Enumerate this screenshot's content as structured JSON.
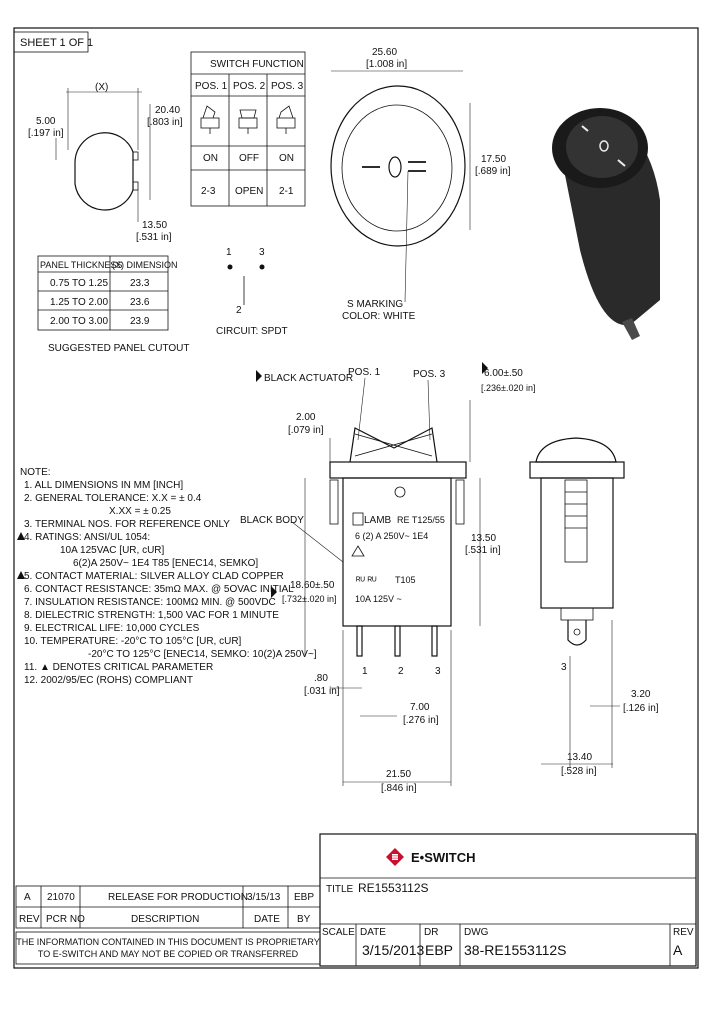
{
  "sheet_label": "SHEET 1 OF 1",
  "cutout": {
    "x_label": "(X)",
    "dim_500": "5.00",
    "dim_500_in": "[.197 in]",
    "dim_2040": "20.40",
    "dim_2040_in": "[.803 in]",
    "dim_1350": "13.50",
    "dim_1350_in": "[.531 in]",
    "table_headers": [
      "PANEL THICKNESS",
      "(X) DIMENSION"
    ],
    "table_rows": [
      [
        "0.75 TO 1.25",
        "23.3"
      ],
      [
        "1.25 TO 2.00",
        "23.6"
      ],
      [
        "2.00 TO 3.00",
        "23.9"
      ]
    ],
    "caption": "SUGGESTED PANEL CUTOUT"
  },
  "switch_function": {
    "title": "SWITCH FUNCTION",
    "positions": [
      "POS. 1",
      "POS. 2",
      "POS. 3"
    ],
    "states": [
      "ON",
      "OFF",
      "ON"
    ],
    "circuits": [
      "2-3",
      "OPEN",
      "2-1"
    ]
  },
  "circuit": {
    "pin1": "1",
    "pin2": "2",
    "pin3": "3",
    "caption": "CIRCUIT: SPDT"
  },
  "top_view": {
    "dim_2560": "25.60",
    "dim_2560_in": "[1.008 in]",
    "dim_1750": "17.50",
    "dim_1750_in": "[.689 in]",
    "marking_line1": "S MARKING",
    "marking_line2": "COLOR: WHITE"
  },
  "front_view": {
    "black_actuator": "BLACK ACTUATOR",
    "pos1": "POS. 1",
    "pos3": "POS. 3",
    "dim_600": "6.00±.50",
    "dim_600_in": "[.236±.020 in]",
    "dim_200": "2.00",
    "dim_200_in": "[.079 in]",
    "black_body": "BLACK BODY",
    "dim_1350": "13.50",
    "dim_1350_in": "[.531 in]",
    "dim_1860": "18.60±.50",
    "dim_1860_in": "[.732±.020 in]",
    "dim_080": ".80",
    "dim_080_in": "[.031 in]",
    "dim_700": "7.00",
    "dim_700_in": "[.276 in]",
    "dim_2150": "21.50",
    "dim_2150_in": "[.846 in]",
    "terminals": [
      "1",
      "2",
      "3"
    ],
    "body_print": [
      "LAMB",
      "RE T125/55",
      "6 (2) A 250V~  1E4",
      "T105",
      "10A 125V ~"
    ]
  },
  "side_view": {
    "terminal_label": "3",
    "dim_320": "3.20",
    "dim_320_in": "[.126 in]",
    "dim_1340": "13.40",
    "dim_1340_in": "[.528 in]"
  },
  "notes": [
    {
      "mark": false,
      "text": "NOTE:"
    },
    {
      "mark": false,
      "text": "1. ALL DIMENSIONS IN MM [INCH]"
    },
    {
      "mark": false,
      "text": "2. GENERAL TOLERANCE: X.X = ± 0.4"
    },
    {
      "mark": false,
      "text": "X.XX = ± 0.25"
    },
    {
      "mark": false,
      "text": "3. TERMINAL NOS. FOR REFERENCE ONLY"
    },
    {
      "mark": true,
      "text": "4. RATINGS: ANSI/UL 1054:"
    },
    {
      "mark": false,
      "text": "10A 125VAC [UR, cUR]"
    },
    {
      "mark": false,
      "text": "6(2)A 250V~ 1E4 T85 [ENEC14, SEMKO]"
    },
    {
      "mark": true,
      "text": "5. CONTACT MATERIAL: SILVER ALLOY CLAD COPPER"
    },
    {
      "mark": false,
      "text": "6. CONTACT RESISTANCE: 35mΩ MAX. @ 5OVAC INITIAL"
    },
    {
      "mark": false,
      "text": "7. INSULATION RESISTANCE: 100MΩ MIN. @ 500VDC"
    },
    {
      "mark": false,
      "text": "8. DIELECTRIC STRENGTH: 1,500 VAC FOR 1 MINUTE"
    },
    {
      "mark": false,
      "text": "9. ELECTRICAL LIFE: 10,000 CYCLES"
    },
    {
      "mark": false,
      "text": "10. TEMPERATURE: -20°C TO 105°C [UR, cUR]"
    },
    {
      "mark": false,
      "text": "-20°C TO 125°C [ENEC14, SEMKO: 10(2)A 250V~]"
    },
    {
      "mark": false,
      "text": "11. ▲ DENOTES CRITICAL PARAMETER"
    },
    {
      "mark": false,
      "text": "12. 2002/95/EC (ROHS) COMPLIANT"
    }
  ],
  "revision": {
    "row": [
      "A",
      "21070",
      "RELEASE FOR PRODUCTION",
      "3/15/13",
      "EBP"
    ],
    "headers": [
      "REV",
      "PCR NO",
      "DESCRIPTION",
      "DATE",
      "BY"
    ],
    "disclaimer_line1": "THE INFORMATION CONTAINED IN THIS DOCUMENT IS PROPRIETARY",
    "disclaimer_line2": "TO E-SWITCH AND MAY NOT BE COPIED OR TRANSFERRED"
  },
  "title_block": {
    "brand": "E•SWITCH",
    "title_label": "TITLE",
    "title_value": "RE1553112S",
    "scale_label": "SCALE",
    "date_label": "DATE",
    "date_value": "3/15/2013",
    "dr_label": "DR",
    "dr_value": "EBP",
    "dwg_label": "DWG",
    "dwg_value": "38-RE1553112S",
    "rev_label": "REV",
    "rev_value": "A"
  }
}
